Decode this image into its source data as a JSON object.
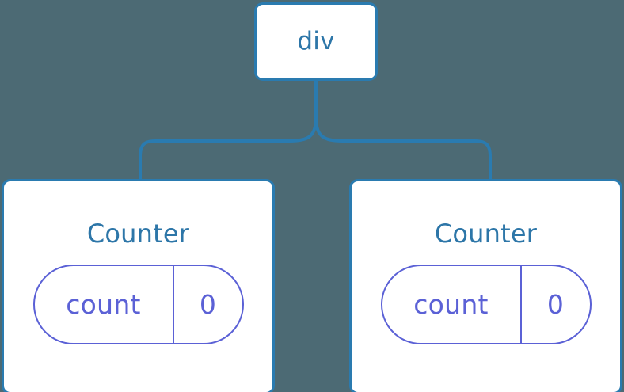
{
  "diagram": {
    "background_color": "#4c6a74",
    "node_border_color": "#2a7bb0",
    "node_text_color": "#2d76a8",
    "pill_color": "#5b61d6",
    "connector_color": "#2a7bb0",
    "root": {
      "label": "div"
    },
    "children": [
      {
        "label": "Counter",
        "state": {
          "key": "count",
          "value": "0"
        }
      },
      {
        "label": "Counter",
        "state": {
          "key": "count",
          "value": "0"
        }
      }
    ]
  }
}
